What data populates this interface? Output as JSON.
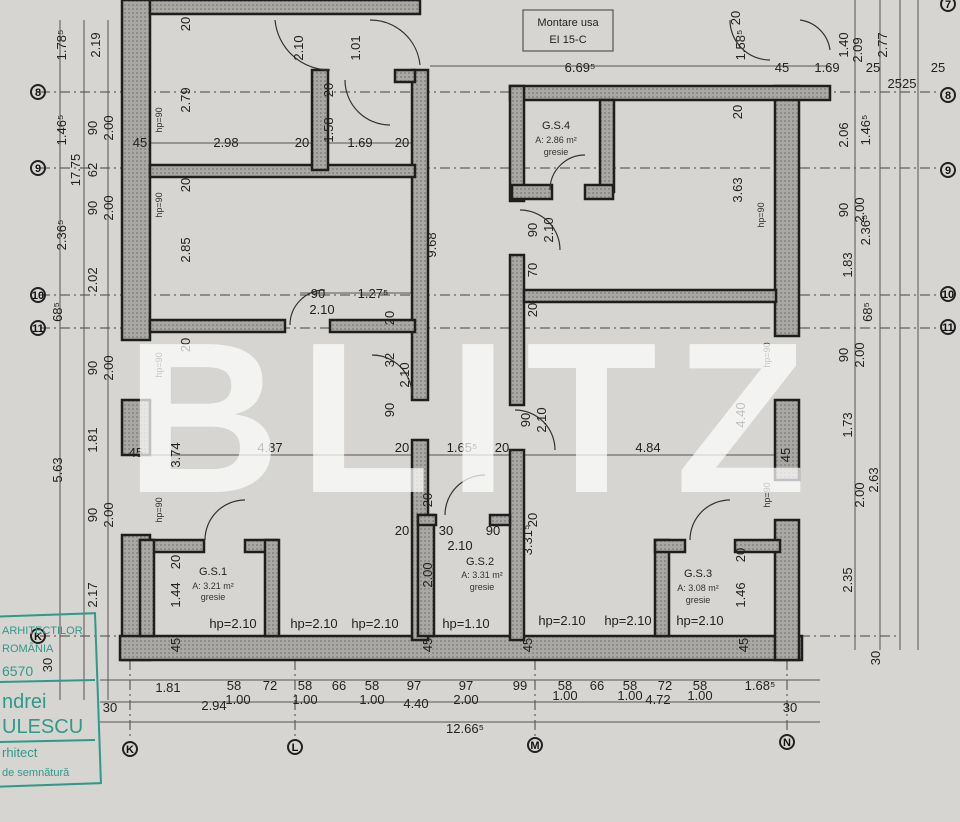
{
  "note_box": {
    "line1": "Montare usa",
    "line2": "EI 15-C"
  },
  "rooms": [
    {
      "name": "G.S.1",
      "area": "A: 3.21 m²",
      "finish": "gresie"
    },
    {
      "name": "G.S.2",
      "area": "A: 3.31 m²",
      "finish": "gresie"
    },
    {
      "name": "G.S.3",
      "area": "A: 3.08 m²",
      "finish": "gresie"
    },
    {
      "name": "G.S.4",
      "area": "A: 2.86 m²",
      "finish": "gresie"
    }
  ],
  "axes": {
    "K": "K",
    "L": "L",
    "M": "M",
    "N": "N",
    "a8": "8",
    "a9": "9",
    "a10": "10",
    "a11": "11",
    "aK": "K",
    "a7": "7"
  },
  "bottom_dims": {
    "row1": [
      "1.81",
      "58",
      "72",
      "58",
      "66",
      "58",
      "97",
      "97",
      "99",
      "58",
      "66",
      "58",
      "72",
      "58",
      "1.68⁵"
    ],
    "row2": [
      "30",
      "2.94",
      "1.00",
      "1.00",
      "1.00",
      "4.40",
      "2.00",
      "1.00",
      "1.00",
      "4.72",
      "1.00",
      "30"
    ],
    "total": "12.66⁵"
  },
  "left_dims": [
    "1.78⁵",
    "2.19",
    "1.46⁵",
    "17.75",
    "2.36⁵",
    "68⁵",
    "5.63",
    "90",
    "2.00",
    "62",
    "90",
    "2.00",
    "2.02",
    "90",
    "2.00",
    "1.81",
    "45",
    "90",
    "2.00",
    "2.17",
    "30"
  ],
  "interior_dims": [
    "2.10",
    "1.01",
    "2.79",
    "20",
    "20",
    "1.58",
    "hp=90",
    "45",
    "2.98",
    "20",
    "1.69",
    "20",
    "20",
    "hp=90",
    "2.85",
    "90",
    "2.10",
    "1.27⁵",
    "20",
    "9.68",
    "20",
    "hp=90",
    "32",
    "2.10",
    "90",
    "3.74",
    "4.87",
    "20",
    "1.65⁵",
    "20",
    "hp=90",
    "20",
    "30",
    "90",
    "2.10",
    "20",
    "2.00",
    "3.31⁵",
    "1.44",
    "20",
    "hp=2.10",
    "hp=2.10",
    "hp=2.10",
    "hp=1.10",
    "hp=2.10",
    "hp=2.10",
    "hp=2.10",
    "45",
    "45",
    "45",
    "45"
  ],
  "right_dims": [
    "6.69⁵",
    "1.58⁵",
    "20",
    "45",
    "1.69",
    "1.40",
    "2.09",
    "2.77",
    "25",
    "25",
    "2525",
    "2.06",
    "1.46⁵",
    "3.63",
    "hp=90",
    "90",
    "2.00",
    "2.36⁵",
    "20",
    "70",
    "90",
    "2.10",
    "20",
    "1.83",
    "68⁵",
    "hp=90",
    "90",
    "2.00",
    "4.40",
    "2.10",
    "90",
    "4.84",
    "1.73",
    "45",
    "hp=90",
    "2.00",
    "2.63",
    "20",
    "1.46",
    "2.35",
    "30",
    "20"
  ],
  "watermark": "BLITZ",
  "stamp": {
    "l1": "ARHITECTILOR",
    "l2": "ROMÂNIA",
    "l3": "6570",
    "l4": "ndrei",
    "l5": "ULESCU",
    "l6": "rhitect",
    "l7": "de semnătură"
  }
}
